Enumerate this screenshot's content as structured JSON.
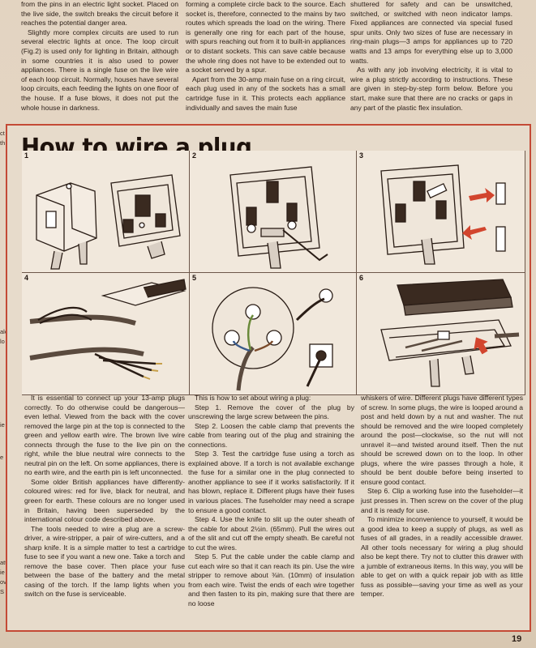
{
  "top_columns": {
    "col1": [
      "from the pins in an electric light socket. Placed on the live side, the switch breaks the circuit before it reaches the potential danger area.",
      "Slightly more complex circuits are used to run several electric lights at once. The loop circuit (Fig.2) is used only for lighting in Britain, although in some countries it is also used to power appliances. There is a single fuse on the live wire of each loop circuit. Normally, houses have several loop circuits, each feeding the lights on one floor of the house. If a fuse blows, it does not put the whole house in darkness."
    ],
    "col2": [
      "forming a complete circle back to the source. Each socket is, therefore, connected to the mains by two routes which spreads the load on the wiring. There is generally one ring for each part of the house, with spurs reaching out from it to built-in appliances or to distant sockets. This can save cable because the whole ring does not have to be extended out to a socket served by a spur.",
      "Apart from the 30-amp main fuse on a ring circuit, each plug used in any of the sockets has a small cartridge fuse in it. This protects each appliance individually and saves the main fuse"
    ],
    "col3": [
      "shuttered for safety and can be unswitched, switched, or switched with neon indicator lamps. Fixed appliances are connected via special fused spur units. Only two sizes of fuse are necessary in ring-main plugs—3 amps for appliances up to 720 watts and 13 amps for everything else up to 3,000 watts.",
      "As with any job involving electricity, it is vital to wire a plug strictly according to instructions. These are given in step-by-step form below. Before you start, make sure that there are no cracks or gaps in any part of the plastic flex insulation."
    ]
  },
  "margin_fragments": [
    "ct",
    "th",
    "alo",
    "lo",
    "ie",
    "e",
    "atte",
    "ie",
    "ove",
    "S"
  ],
  "feature": {
    "title": "How to wire a plug",
    "panels": [
      {
        "number": "1"
      },
      {
        "number": "2"
      },
      {
        "number": "3"
      },
      {
        "number": "4"
      },
      {
        "number": "5"
      },
      {
        "number": "6"
      }
    ],
    "body_col1": [
      "It is essential to connect up your 13-amp plugs correctly. To do otherwise could be dangerous—even lethal. Viewed from the back with the cover removed the large pin at the top is connected to the green and yellow earth wire. The brown live wire connects through the fuse to the live pin on the right, while the blue neutral wire connects to the neutral pin on the left. On some appliances, there is no earth wire, and the earth pin is left unconnected.",
      "Some older British appliances have differently-coloured wires: red for live, black for neutral, and green for earth. These colours are no longer used in Britain, having been superseded by the international colour code described above.",
      "The tools needed to wire a plug are a screw-driver, a wire-stripper, a pair of wire-cutters, and a sharp knife. It is a simple matter to test a cartridge fuse to see if you want a new one. Take a torch and remove the base cover. Then place your fuse between the base of the battery and the metal casing of the torch. If the lamp lights when you switch on the fuse is serviceable."
    ],
    "body_col2": [
      "This is how to set about wiring a plug:",
      "Step 1. Remove the cover of the plug by unscrewing the large screw between the pins.",
      "Step 2. Loosen the cable clamp that prevents the cable from tearing out of the plug and straining the connections.",
      "Step 3. Test the cartridge fuse using a torch as explained above. If a torch is not available exchange the fuse for a similar one in the plug connected to another appliance to see if it works satisfactorily. If it has blown, replace it. Different plugs have their fuses in various places. The fuseholder may need a scrape to ensure a good contact.",
      "Step 4. Use the knife to slit up the outer sheath of the cable for about 2½in. (65mm). Pull the wires out of the slit and cut off the empty sheath. Be careful not to cut the wires.",
      "Step 5. Put the cable under the cable clamp and cut each wire so that it can reach its pin. Use the wire stripper to remove about ⅜in. (10mm) of insulation from each wire. Twist the ends of each wire together and then fasten to its pin, making sure that there are no loose"
    ],
    "body_col3": [
      "whiskers of wire. Different plugs have different types of screw. In some plugs, the wire is looped around a post and held down by a nut and washer. The nut should be removed and the wire looped completely around the post—clockwise, so the nut will not unravel it—and twisted around itself. Then the nut should be screwed down on to the loop. In other plugs, where the wire passes through a hole, it should be bent double before being inserted to ensure good contact.",
      "Step 6. Clip a working fuse into the fuseholder—it just presses in. Then screw on the cover of the plug and it is ready for use.",
      "To minimize inconvenience to yourself, it would be a good idea to keep a supply of plugs, as well as fuses of all grades, in a readily accessible drawer. All other tools necessary for wiring a plug should also be kept there. Try not to clutter this drawer with a jumble of extraneous items. In this way, you will be able to get on with a quick repair job with as little fuss as possible—saving your time as well as your temper."
    ]
  },
  "page_number": "19",
  "colors": {
    "frame": "#c44a36",
    "arrow": "#d2452e",
    "paper": "#e5d7c6"
  }
}
